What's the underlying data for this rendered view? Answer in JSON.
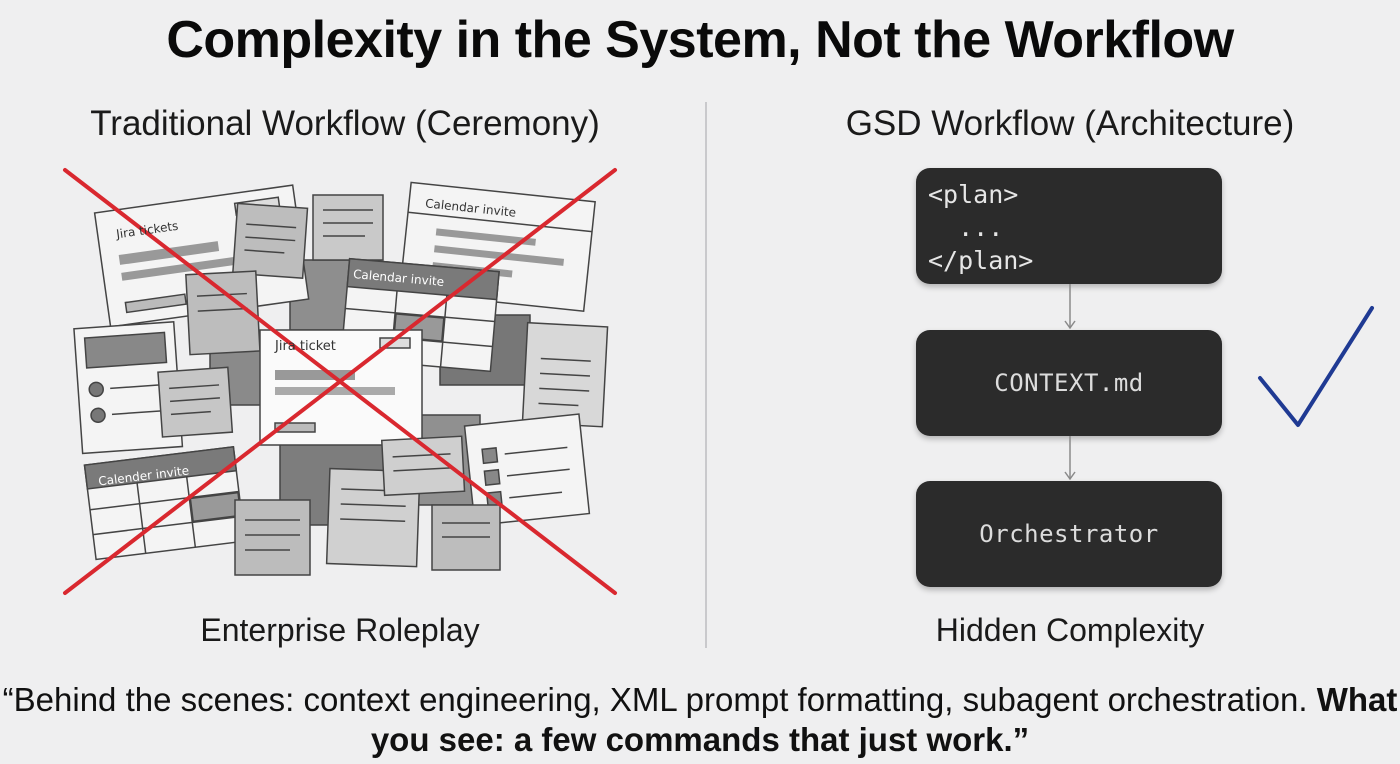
{
  "title": "Complexity in the System, Not the Workflow",
  "left": {
    "heading": "Traditional Workflow (Ceremony)",
    "caption": "Enterprise Roleplay",
    "doc_labels": {
      "jira_tickets": "Jira tickets",
      "calendar_invite_top": "Calendar invite",
      "calendar_invite_mid": "Calendar invite",
      "jira_ticket_center": "Jira ticket",
      "calendar_invite_bottom": "Calender invite"
    },
    "cross_color": "#d9282f"
  },
  "right": {
    "heading": "GSD Workflow (Architecture)",
    "caption": "Hidden Complexity",
    "plan_box": {
      "line1": "<plan>",
      "line2": "  ...",
      "line3": "</plan>"
    },
    "context_box": "CONTEXT.md",
    "orchestrator_box": "Orchestrator",
    "check_color": "#1f3a93"
  },
  "quote": {
    "normal": "“Behind the scenes: context engineering, XML prompt formatting, subagent orchestration. ",
    "bold": "What you see: a few commands that just work.”"
  }
}
